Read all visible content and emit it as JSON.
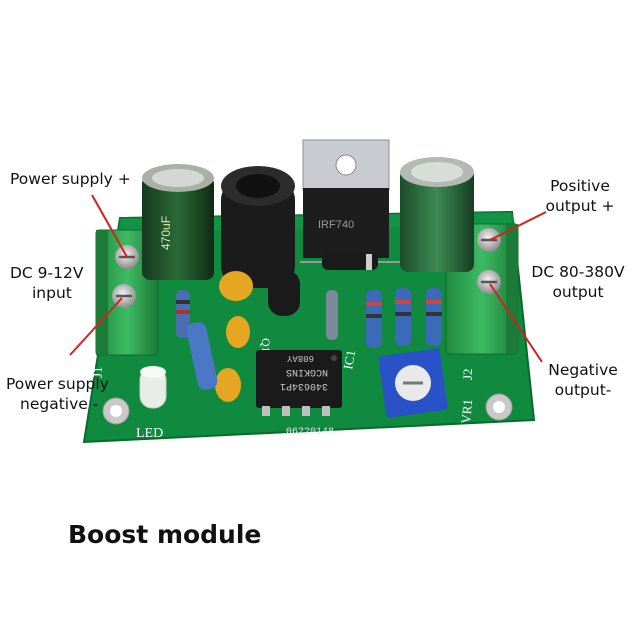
{
  "labels": {
    "power_supply_plus": "Power supply +",
    "dc_input": [
      "DC 9-12V",
      "input"
    ],
    "power_supply_negative": [
      "Power supply",
      "negative -"
    ],
    "positive_output": [
      "Positive",
      "output +"
    ],
    "dc_output": [
      "DC 80-380V",
      "output"
    ],
    "negative_output": [
      "Negative",
      "output-"
    ]
  },
  "pcb_marks": {
    "j1": "J1",
    "j2": "J2",
    "led": "LED",
    "ic1": "IC1",
    "vr1": "VR1",
    "q1": "Q1",
    "serial": "06220148",
    "ic_text_1": "NCGKINS",
    "ic_text_2": "340634P1",
    "ic_text_3": "608AY",
    "cap_text": "470uF",
    "mosfet_text": "IRF740"
  },
  "caption": "Boost module",
  "colors": {
    "pcb": "#0f8a3e",
    "terminal": "#2fa552",
    "pointer": "#d61f1f"
  }
}
